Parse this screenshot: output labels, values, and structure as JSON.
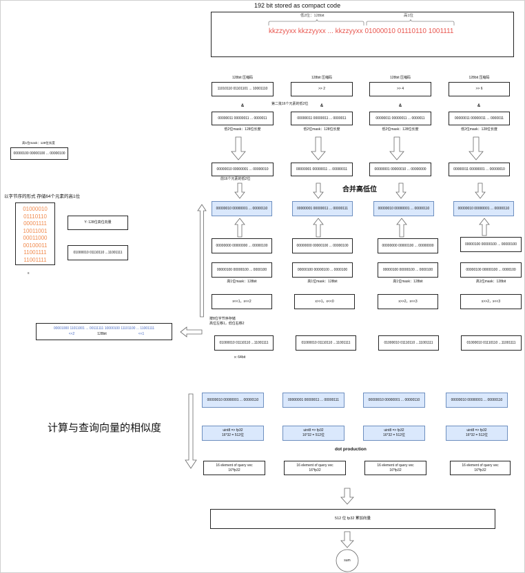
{
  "title": "192 bit stored as compact code",
  "compact_code": {
    "low_label": "低2位：128bit",
    "high_label": "高1位",
    "low_bits": "kkzzyyxx kkzzyyxx ... kkzzyyxx",
    "high_bits": "01000010 01110110 1001111"
  },
  "pipeline": {
    "headers": [
      "128bit 压缩码",
      "128bit 压缩码",
      "128bit 压缩码",
      "128bit 压缩码"
    ],
    "codes": [
      "11010110 01101101 ... 10001110",
      ">> 2",
      ">> 4",
      ">> 6"
    ],
    "and_symbols": [
      "&",
      "&",
      "&",
      "&"
    ],
    "second_batch_note": "第二批16个元素的低2位",
    "low_masks": [
      "00000011 00000011 ... 0000011",
      "00000011 00000011 ... 0000011",
      "00000011 00000011 ... 0000011",
      "00000011 00000011 ... 0000011"
    ],
    "low_mask_labels": [
      "低2位mask：128位长度",
      "低2位mask：128位长度",
      "低2位mask：128位长度",
      "低2位mask：128位长度"
    ],
    "low_bits": [
      "00000010 00000001 ... 00000010",
      "00000001 00000011 ... 00000011",
      "00000001 00000010 ... 00000000",
      "00000011 00000001 ... 00000010"
    ],
    "first16_note": "前16个元素的低2位",
    "merge_label": "合并高低位",
    "merged": [
      "00000010 00000001 ... 00000110",
      "00000001 00000011 ... 00000111",
      "00000010 00000001 ... 00000110",
      "00000010 00000001 ... 00000110"
    ],
    "high_bits": [
      "00000000 00000000 ... 00000100",
      "00000000 00000100 ... 00000100",
      "00000000 00000100 ... 00000000",
      "00000100 00000100 ... 00000100"
    ],
    "high_masks": [
      "00000100 00000100 ... 0000100",
      "00000100 00000100 ... 0000100",
      "00000100 00000100 ... 0000100",
      "00000100 00000100 ... 0000100"
    ],
    "high_mask_labels": [
      "高1位mask：128bit",
      "高1位mask：128bit",
      "高1位mask：128bit",
      "高1位mask：128bit"
    ],
    "shifts": [
      "x<<1，x<<2",
      "x>>1，x<<0",
      "x>>2，x<<3",
      "x>>2，x<<3"
    ],
    "storage_note": [
      "按8位字节序存储",
      "高位左移1，低位右移2"
    ],
    "x_values": [
      "01000010 01110110 ...11001111",
      "01000010 01110110 ...11001111",
      "01000010 01110110 ...11001111",
      "01000010 01110110 ...11001111"
    ],
    "x_label": "x: 64bit"
  },
  "left_panel": {
    "mask_label": "高1位mask：128位长度",
    "mask_value": "00000100 00000100 ... 00000100",
    "bytes_label": "以字节序的形式 存储64个元素的高1位",
    "bytes": [
      "01000010",
      "01110110",
      "00001111",
      "10011001",
      "00011000",
      "00100011",
      "11001111",
      "11001111"
    ],
    "bytes_footnote": "8",
    "y_label": "Y: 128位高位向量",
    "y_value": "01000010 01110110 ...11001111",
    "shifted_bits": "00001000 11011001 ... 00111111 10000100 11101100 ... 11001111",
    "shift_left_2": "<<2",
    "shifted_width": "128bit",
    "shift_left_1": "<<1"
  },
  "similarity": {
    "title": "计算与查询向量的相似度",
    "inputs": [
      "00000010 00000001 ... 00000110",
      "00000001 00000011 ... 00000111",
      "00000010 00000001 ... 00000110",
      "00000010 00000001 ... 00000110"
    ],
    "conversions": [
      {
        "op": "uint8 => fp32",
        "size": "16*32 = 512位"
      },
      {
        "op": "uint8 => fp32",
        "size": "16*32 = 512位"
      },
      {
        "op": "uint8 => fp32",
        "size": "16*32 = 512位"
      },
      {
        "op": "uint8 => fp32",
        "size": "16*32 = 512位"
      }
    ],
    "dot_label": "dot production",
    "query_chunks": [
      {
        "label": "16 element of query vec",
        "size": "16*fp32"
      },
      {
        "label": "16 element of query vec",
        "size": "16*fp32"
      },
      {
        "label": "16 element of query vec",
        "size": "16*fp32"
      },
      {
        "label": "16 element of query vec",
        "size": "16*fp32"
      }
    ],
    "accumulator": "512 位 fp32 累加向量",
    "sum": "sum"
  },
  "colors": {
    "code_text": "#e8554e",
    "byte_text": "#f0894c",
    "shift_text": "#4a6cc4",
    "highlight_fill": "#dae8fc",
    "highlight_stroke": "#6c8ebf"
  }
}
